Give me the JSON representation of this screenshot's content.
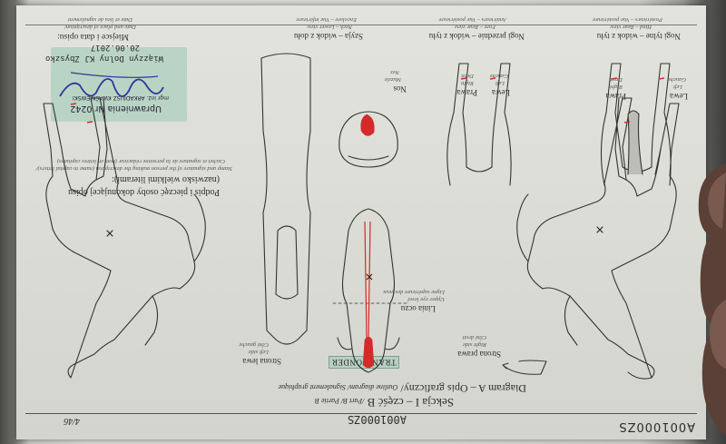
{
  "document": {
    "doc_id_top": "A001000ZS",
    "doc_id_center": "A001000ZS",
    "page_number": "4/46",
    "section_title": "Sekcja I – część B",
    "section_title_alt": "/Part B/ Partie B",
    "diagram_title": "Diagram A – Opis graficzny/",
    "diagram_title_alt": "Outline diagram/ Signalement graphique",
    "transponder_label": "TRANSPONDER",
    "labels": {
      "left_side": {
        "main": "Strona lewa",
        "alt1": "Left side",
        "alt2": "Côté gauche"
      },
      "right_side": {
        "main": "Strona prawa",
        "alt1": "Right side",
        "alt2": "Côté droit"
      },
      "eye_line": {
        "main": "Linia oczu",
        "alt1": "Upper eye level",
        "alt2": "Ligne supérieure des yeux"
      },
      "muzzle": {
        "main": "Nos",
        "alt1": "Muzzle",
        "alt2": "Nez"
      },
      "neck_below": {
        "main": "Szyja – widok z dołu",
        "alt": "Neck – Lower view",
        "alt2": "Encolure – Vue inférieure"
      },
      "forelegs_front": {
        "main": "Nogi przednie – widok z tyłu",
        "alt": "Fore – Rear view",
        "alt2": "Antérieurs – Vue postérieure"
      },
      "hindlegs_rear": {
        "main": "Nogi tylne – widok z tyłu",
        "alt": "Hind – Rear view",
        "alt2": "Postérieurs – Vue postérieure"
      },
      "left_leg": {
        "main": "Lewa",
        "alt1": "Left",
        "alt2": "Gauche"
      },
      "right_leg": {
        "main": "Prawa",
        "alt1": "Right",
        "alt2": "Droit"
      },
      "signature_heading": "Podpis i pieczęć osoby dokonującej opisu",
      "signature_heading_2": "(nazwisko wielkimi literami):",
      "signature_alt1": "Stamp and signature of the person making the description (name in capital letters)/",
      "signature_alt2": "Cachet et signature de la personne rédacteur (nom en lettres capitales)",
      "place_date": "Miejsce i data opisu:",
      "place_date_alt": "Date and place of description/",
      "place_date_alt2": "Date et lieu de signalement"
    },
    "stamp": {
      "authorization": "Uprawnienia Nr 0242",
      "name": "mgr inż. ARKADIUSZ KWAŚNIEWSKI",
      "place": "Wiązzyn Dolny KJ Zbyszko",
      "date": "20.06.2017"
    },
    "colors": {
      "paper": "#dcdcd6",
      "ink": "#2c2c2c",
      "marking_red": "#d42a2a",
      "stamp_green": "#b9d4c4",
      "signature_blue": "#2a3a9a"
    }
  }
}
